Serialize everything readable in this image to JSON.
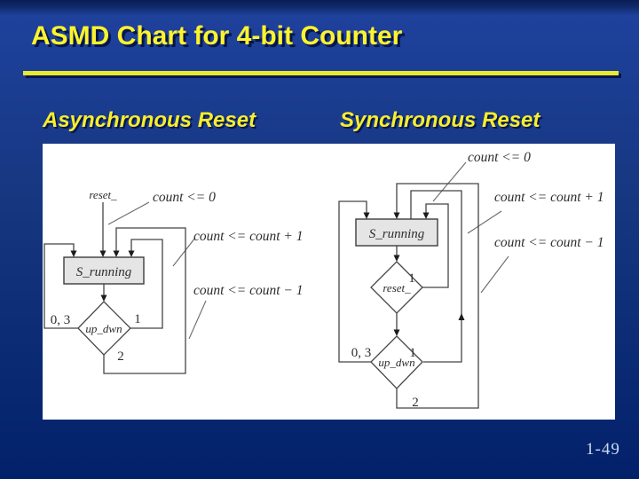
{
  "slide": {
    "title": "ASMD Chart for 4-bit Counter",
    "page_number": "1-49"
  },
  "headings": {
    "left": "Asynchronous Reset",
    "right": "Synchronous Reset"
  },
  "async_chart": {
    "reset_signal": "reset_",
    "state_name": "S_running",
    "decision_signal": "up_dwn",
    "action_reset": "count <= 0",
    "action_increment": "count <= count + 1",
    "action_decrement": "count <= count − 1",
    "branch_left": "0, 3",
    "branch_right": "1",
    "branch_bottom": "2"
  },
  "sync_chart": {
    "state_name": "S_running",
    "decision1_signal": "reset_",
    "decision1_branch": "1",
    "decision2_signal": "up_dwn",
    "action_reset": "count <= 0",
    "action_increment": "count <= count + 1",
    "action_decrement": "count <= count − 1",
    "branch_left": "0, 3",
    "branch_right": "1",
    "branch_bottom": "2"
  },
  "colors": {
    "background_top": "#1e419c",
    "background_bottom": "#02216a",
    "top_strip": "#0a1e57",
    "accent_yellow": "#f8ee2b",
    "text_shadow": "#05164d",
    "panel": "#ffffff",
    "diagram_line": "#454545",
    "state_box_fill": "#e5e5e5",
    "page_number_color": "#c9d9f2"
  }
}
